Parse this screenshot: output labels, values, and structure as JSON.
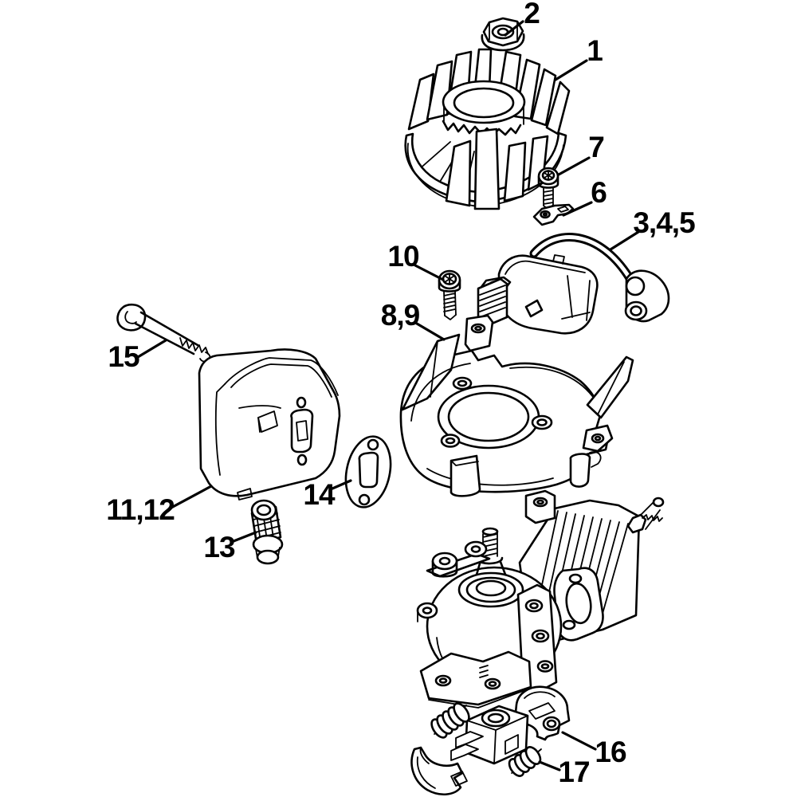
{
  "figure": {
    "background": "#ffffff",
    "line_color": "#000000",
    "label_color": "#000000"
  },
  "labels": [
    {
      "id": "callout-2",
      "text": "2"
    },
    {
      "id": "callout-1",
      "text": "1"
    },
    {
      "id": "callout-7",
      "text": "7"
    },
    {
      "id": "callout-6",
      "text": "6"
    },
    {
      "id": "callout-3-4-5",
      "text": "3,4,5"
    },
    {
      "id": "callout-10",
      "text": "10"
    },
    {
      "id": "callout-8-9",
      "text": "8,9"
    },
    {
      "id": "callout-15",
      "text": "15"
    },
    {
      "id": "callout-11-12",
      "text": "11,12"
    },
    {
      "id": "callout-14",
      "text": "14"
    },
    {
      "id": "callout-13",
      "text": "13"
    },
    {
      "id": "callout-16",
      "text": "16"
    },
    {
      "id": "callout-17",
      "text": "17"
    }
  ]
}
